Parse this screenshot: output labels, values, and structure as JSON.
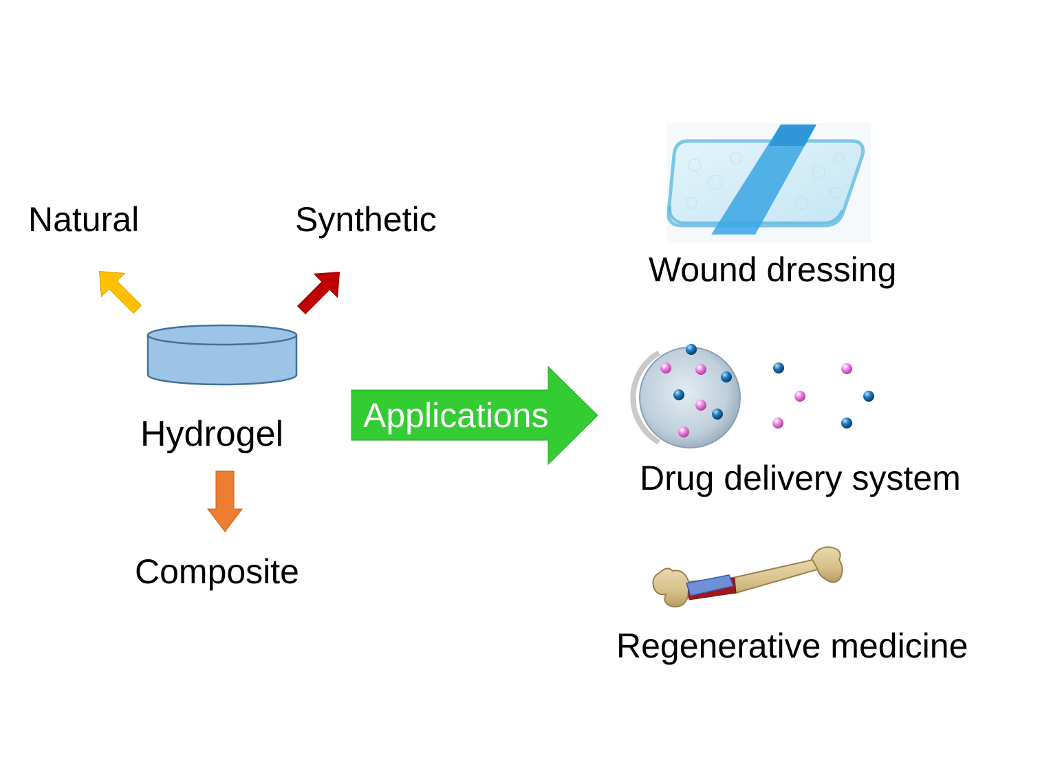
{
  "diagram": {
    "center": {
      "label": "Hydrogel"
    },
    "types": [
      {
        "label": "Natural",
        "arrow_color": "#FFC000"
      },
      {
        "label": "Synthetic",
        "arrow_color": "#C00000"
      },
      {
        "label": "Composite",
        "arrow_color": "#ED7D31"
      }
    ],
    "applications_arrow": {
      "label": "Applications",
      "color": "#33CC33"
    },
    "applications": [
      {
        "label": "Wound dressing",
        "icon": "wound-dressing-image"
      },
      {
        "label": "Drug delivery system",
        "icon": "drug-release-image"
      },
      {
        "label": "Regenerative medicine",
        "icon": "bone-implant-image"
      }
    ],
    "colors": {
      "hydrogel_fill": "#9DC3E6",
      "hydrogel_stroke": "#41719C",
      "particle_blue": "#1F7BC0",
      "particle_pink": "#F07CE0"
    }
  }
}
